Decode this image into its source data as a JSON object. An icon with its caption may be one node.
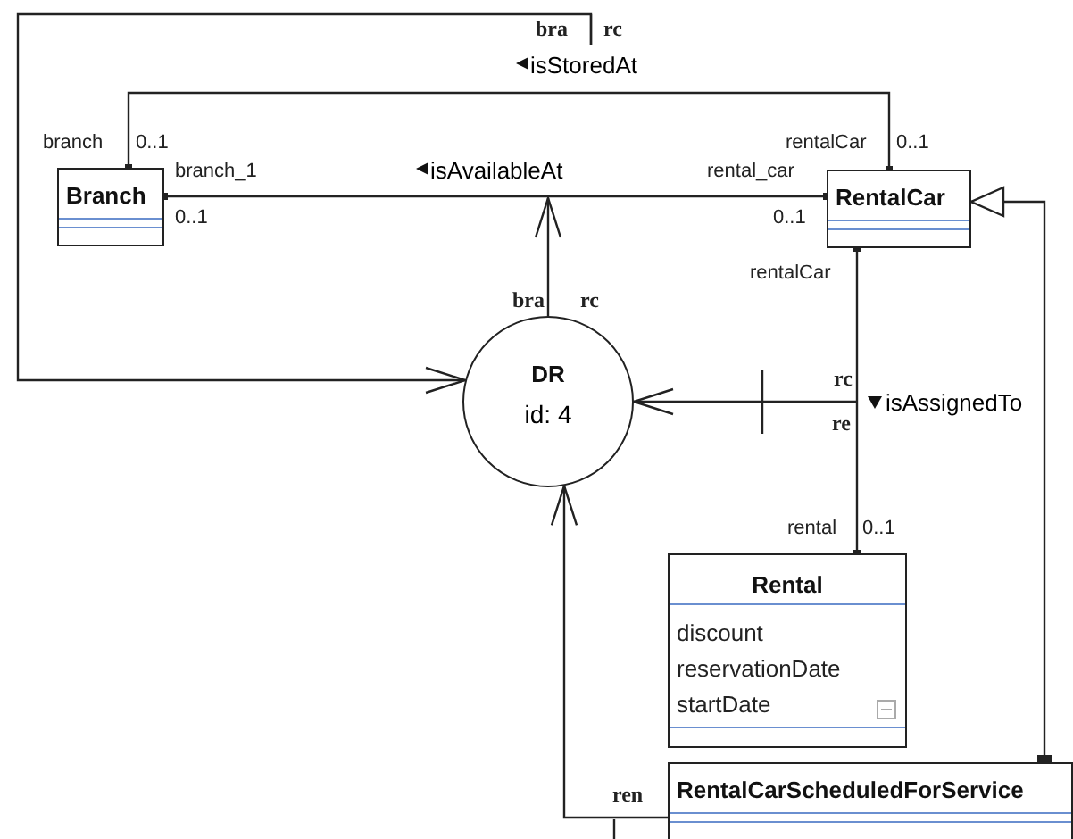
{
  "diagram": {
    "nodes": [
      {
        "text": [
          "Branch"
        ]
      },
      {
        "text": [
          "RentalCar"
        ]
      },
      {
        "text": [
          "DR",
          "id: 4"
        ]
      },
      {
        "text": [
          "Rental",
          "discount",
          "reservationDate",
          "startDate"
        ]
      },
      {
        "text": [
          "RentalCarScheduledForService"
        ]
      }
    ],
    "edges": [
      {
        "from": 0,
        "to": 1,
        "arrow": "other",
        "label": "isStoredAt"
      },
      {
        "from": 0,
        "to": 1,
        "arrow": "other",
        "label": "isAvailableAt"
      },
      {
        "from": 1,
        "to": 3,
        "arrow": "other",
        "label": "isAssignedTo"
      },
      {
        "from": 4,
        "to": 1,
        "arrow": "to"
      },
      {
        "from": null,
        "to": 2,
        "arrow": "to"
      },
      {
        "from": 2,
        "to": null,
        "arrow": "to"
      },
      {
        "from": null,
        "to": 2,
        "arrow": "to"
      },
      {
        "from": 4,
        "to": 2,
        "arrow": "to"
      }
    ],
    "labels": [
      "bra",
      "rc",
      "branch",
      "0..1",
      "rentalCar",
      "0..1",
      "branch_1",
      "rental_car",
      "0..1",
      "0..1",
      "rentalCar",
      "bra",
      "rc",
      "rc",
      "re",
      "rental",
      "0..1",
      "ren"
    ]
  }
}
